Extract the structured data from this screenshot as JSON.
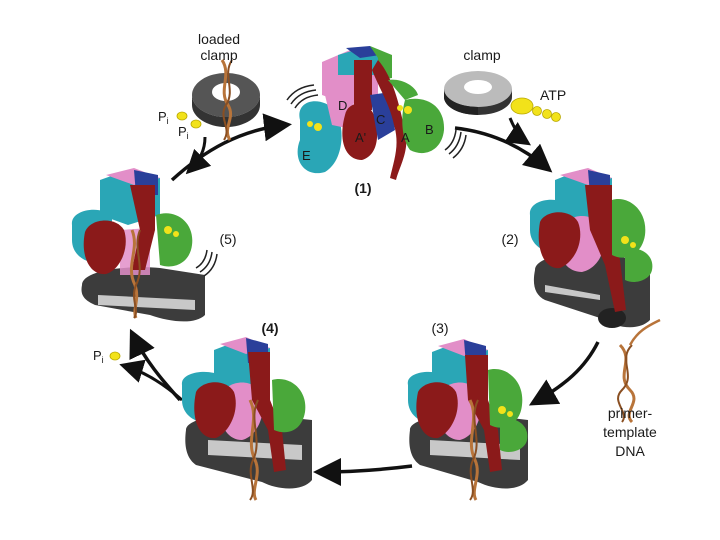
{
  "labels": {
    "loaded_clamp_line1": "loaded",
    "loaded_clamp_line2": "clamp",
    "clamp": "clamp",
    "atp": "ATP",
    "pi_1": "P",
    "pi_1_sub": "i",
    "pi_2": "P",
    "pi_2_sub": "i",
    "pi_3": "P",
    "pi_3_sub": "i",
    "primer_line1": "primer-",
    "primer_line2": "template",
    "primer_line3": "DNA"
  },
  "steps": {
    "s1": "(1)",
    "s2": "(2)",
    "s3": "(3)",
    "s4": "(4)",
    "s5": "(5)"
  },
  "subunits": {
    "a": "A",
    "b": "B",
    "c": "C",
    "d": "D",
    "e": "E",
    "a_prime": "A'"
  },
  "colors": {
    "cyan": "#2aa6b6",
    "green": "#4aa83a",
    "maroon": "#8b1a1a",
    "pink": "#e28ec8",
    "blue": "#2a3f9a",
    "yellow": "#f2e21a",
    "clamp_dark": "#3c3c3c",
    "clamp_light": "#c8c8c8",
    "dna": "#b8743a",
    "arrow": "#111111"
  }
}
